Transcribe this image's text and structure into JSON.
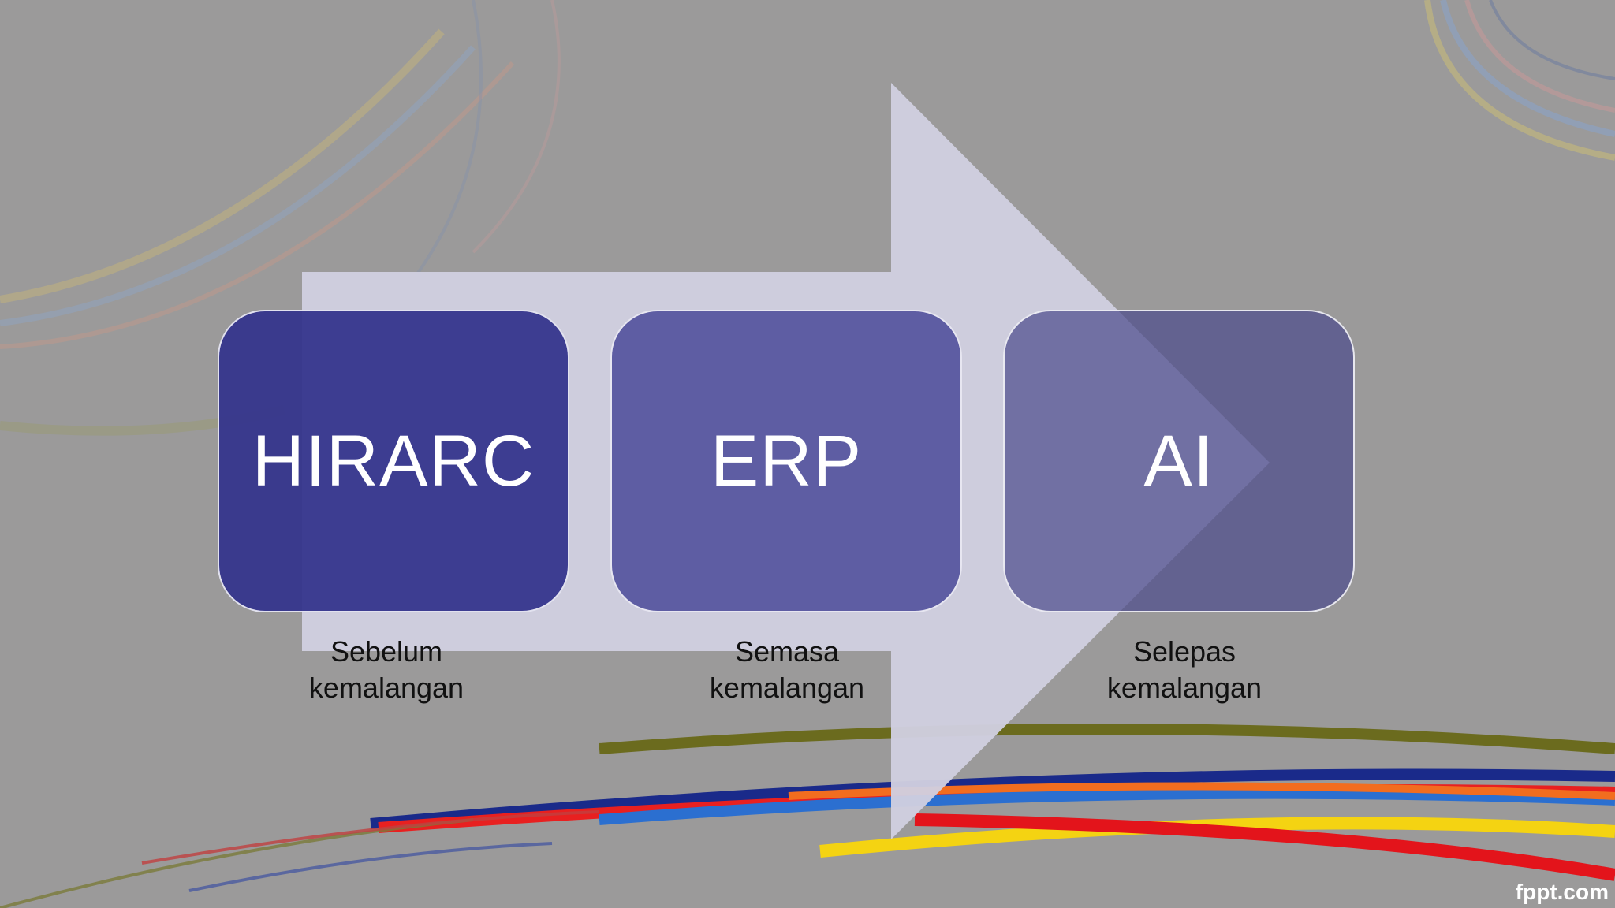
{
  "stages": [
    {
      "label": "HIRARC",
      "caption_line1": "Sebelum",
      "caption_line2": "kemalangan"
    },
    {
      "label": "ERP",
      "caption_line1": "Semasa",
      "caption_line2": "kemalangan"
    },
    {
      "label": "AI",
      "caption_line1": "Selepas",
      "caption_line2": "kemalangan"
    }
  ],
  "watermark": "fppt.com",
  "colors": {
    "background": "#9b9a9a",
    "arrow": "#d0cfe0",
    "stage_1": "#34348c",
    "stage_2": "#55549e",
    "stage_3": "#6e6ca8"
  }
}
